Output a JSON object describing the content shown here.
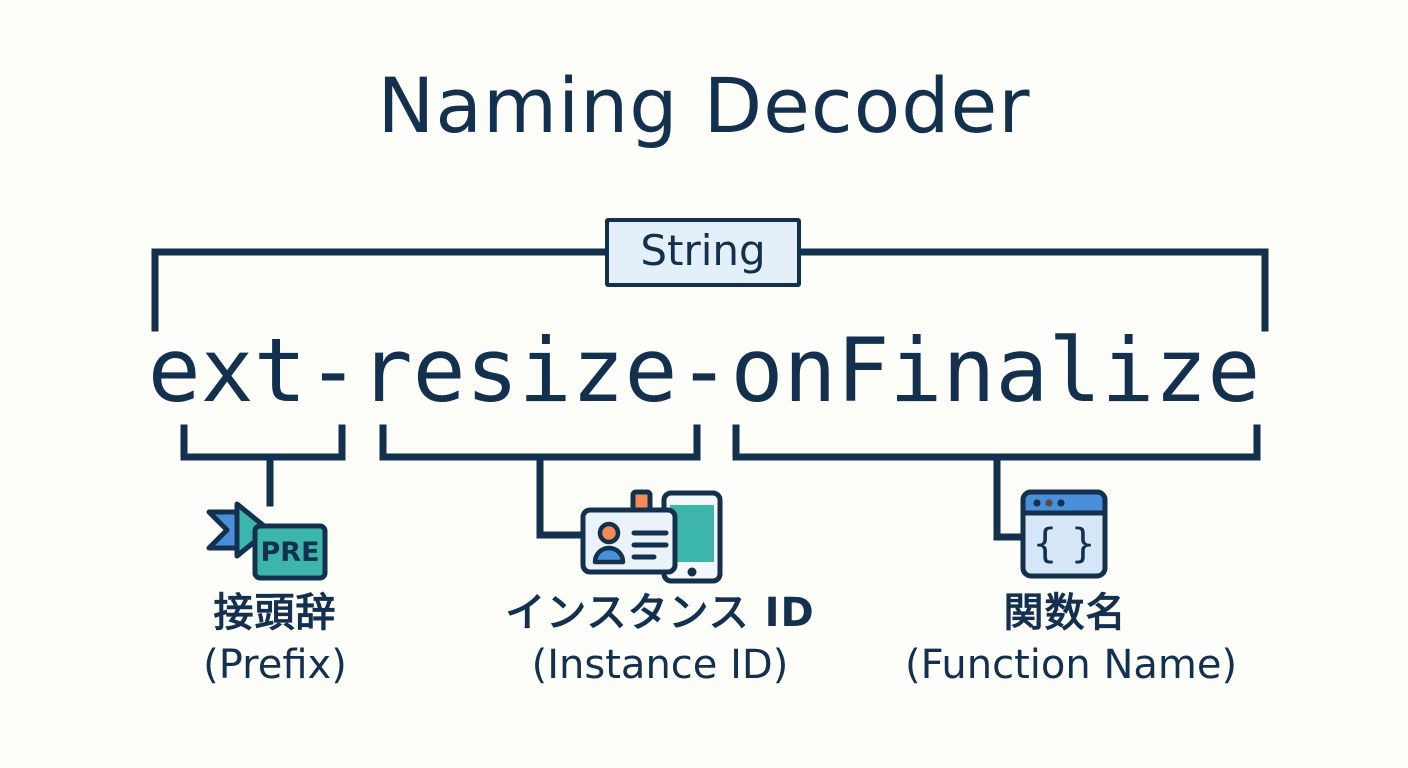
{
  "page": {
    "title": "Naming Decoder",
    "background_color": "#fdfdfa",
    "ink_color": "#13304f"
  },
  "string_box": {
    "label": "String",
    "fill_color": "#e3eff9",
    "border_color": "#13304f"
  },
  "code": {
    "full_string": "ext-resize-onFinalize",
    "segments": [
      {
        "text": "ext-",
        "role": "prefix"
      },
      {
        "text": "resize-",
        "role": "instance-id"
      },
      {
        "text": "onFinalize",
        "role": "function-name"
      }
    ]
  },
  "segments": [
    {
      "id": "prefix",
      "icon": "flag-pre-tag-icon",
      "icon_label": "PRE",
      "icon_colors": {
        "flag": "#4a90d9",
        "tag": "#3cb6ab",
        "outline": "#13304f"
      },
      "label_jp": "接頭辞",
      "label_en": "(Prefix)"
    },
    {
      "id": "instance-id",
      "icon": "id-card-device-icon",
      "icon_label": "",
      "icon_colors": {
        "card": "#eaf2fa",
        "accent": "#f58b54",
        "person": "#4a90d9",
        "device": "#3cb6ab",
        "outline": "#13304f"
      },
      "label_jp": "インスタンス ID",
      "label_en": "(Instance ID)"
    },
    {
      "id": "function-name",
      "icon": "code-window-braces-icon",
      "icon_label": "{ }",
      "icon_colors": {
        "titlebar": "#4a90d9",
        "body": "#d6e7f7",
        "outline": "#13304f"
      },
      "label_jp": "関数名",
      "label_en": "(Function Name)"
    }
  ]
}
